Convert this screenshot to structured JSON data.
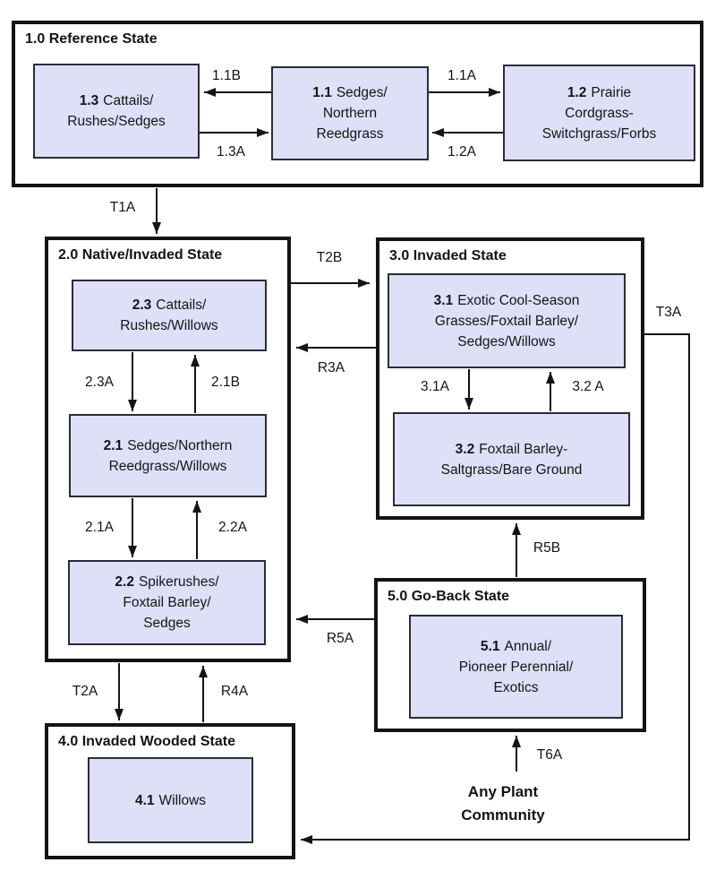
{
  "states": {
    "s1": {
      "title": "1.0 Reference State"
    },
    "s2": {
      "title": "2.0 Native/Invaded State"
    },
    "s3": {
      "title": "3.0 Invaded State"
    },
    "s4": {
      "title": "4.0 Invaded Wooded State"
    },
    "s5": {
      "title": "5.0 Go-Back State"
    }
  },
  "communities": {
    "c1_1": {
      "code": "1.1",
      "name": "Sedges/\nNorthern\nReedgrass"
    },
    "c1_2": {
      "code": "1.2",
      "name": "Prairie\nCordgrass-\nSwitchgrass/Forbs"
    },
    "c1_3": {
      "code": "1.3",
      "name": "Cattails/\nRushes/Sedges"
    },
    "c2_1": {
      "code": "2.1",
      "name": "Sedges/Northern\nReedgrass/Willows"
    },
    "c2_2": {
      "code": "2.2",
      "name": "Spikerushes/\nFoxtail Barley/\nSedges"
    },
    "c2_3": {
      "code": "2.3",
      "name": "Cattails/\nRushes/Willows"
    },
    "c3_1": {
      "code": "3.1",
      "name": "Exotic Cool-Season\nGrasses/Foxtail Barley/\nSedges/Willows"
    },
    "c3_2": {
      "code": "3.2",
      "name": "Foxtail Barley-\nSaltgrass/Bare Ground"
    },
    "c4_1": {
      "code": "4.1",
      "name": "Willows"
    },
    "c5_1": {
      "code": "5.1",
      "name": "Annual/\nPioneer Perennial/\nExotics"
    }
  },
  "transitions": {
    "t1a": "T1A",
    "t2a": "T2A",
    "t2b": "T2B",
    "t3a": "T3A",
    "t6a": "T6A",
    "r3a": "R3A",
    "r4a": "R4A",
    "r5a": "R5A",
    "r5b": "R5B",
    "p1_1a": "1.1A",
    "p1_1b": "1.1B",
    "p1_2a": "1.2A",
    "p1_3a": "1.3A",
    "p2_1a": "2.1A",
    "p2_1b": "2.1B",
    "p2_2a": "2.2A",
    "p2_3a": "2.3A",
    "p3_1a": "3.1A",
    "p3_2a": "3.2 A"
  },
  "footer": "Any Plant\nCommunity",
  "colors": {
    "community_fill": "#dee0f7",
    "community_border": "#2c2c36",
    "state_border": "#141414",
    "arrow_line": "#141414",
    "background": "#ffffff"
  }
}
